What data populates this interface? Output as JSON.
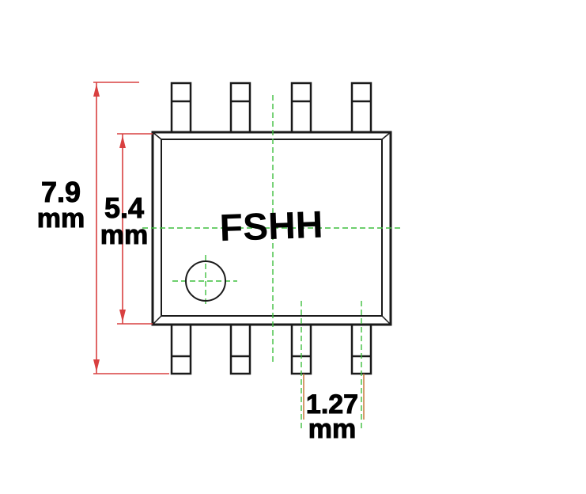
{
  "chip": {
    "marking": "FSHH"
  },
  "dimensions": {
    "total_height": {
      "value": "7.9",
      "unit": "mm"
    },
    "body_height": {
      "value": "5.4",
      "unit": "mm"
    },
    "pin_pitch": {
      "value": "1.27",
      "unit": "mm"
    }
  },
  "colors": {
    "outline": "#1a1a1a",
    "dimension_red": "#d94040",
    "dimension_orange": "#c8783c",
    "centerline_green": "#3fbf3f"
  }
}
